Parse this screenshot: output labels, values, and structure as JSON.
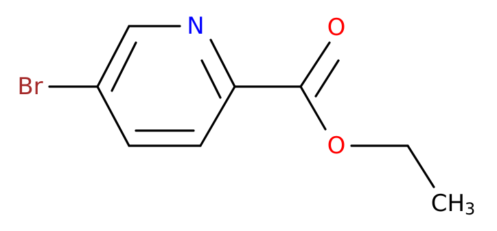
{
  "molecule": {
    "atoms": {
      "br": {
        "label": "Br",
        "color": "#a52a2a"
      },
      "n": {
        "label": "N",
        "color": "#0000ff"
      },
      "o1": {
        "label": "O",
        "color": "#ff0000"
      },
      "o2": {
        "label": "O",
        "color": "#ff0000"
      },
      "ch3": {
        "label": "CH",
        "subscript": "3",
        "color": "#000000"
      }
    },
    "bond_color": "#000000"
  }
}
